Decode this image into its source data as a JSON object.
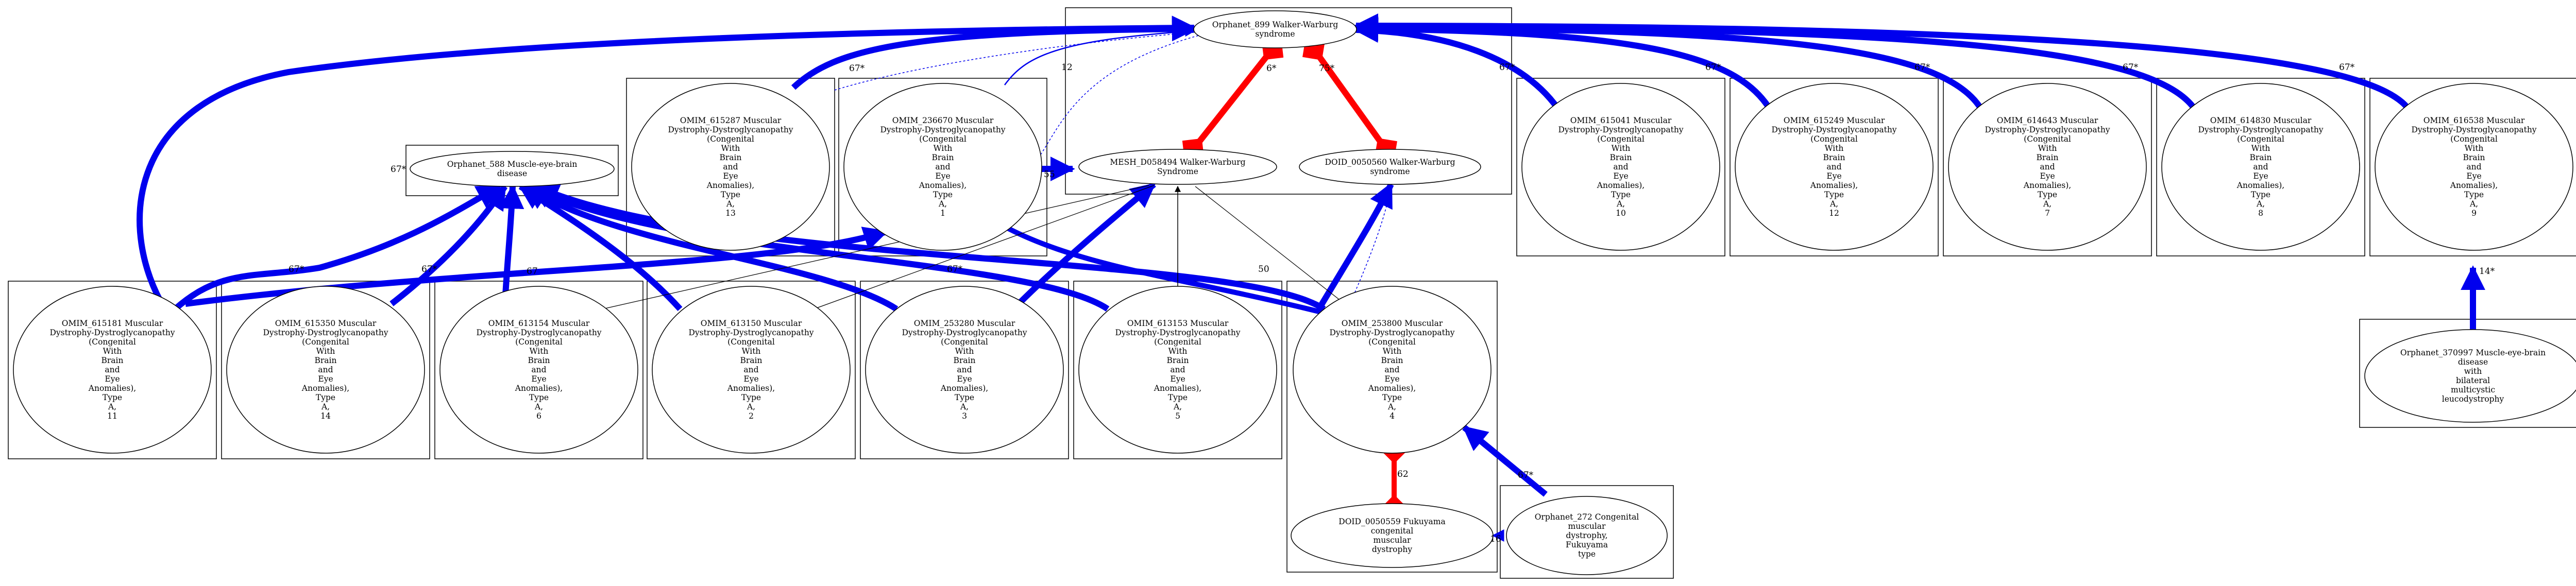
{
  "nodes": {
    "orphanet_899": [
      "Orphanet_899 Walker-Warburg",
      "syndrome"
    ],
    "orphanet_588": [
      "Orphanet_588 Muscle-eye-brain",
      "disease"
    ],
    "mesh_d058494": [
      "MESH_D058494 Walker-Warburg",
      "Syndrome"
    ],
    "doid_0050560": [
      "DOID_0050560 Walker-Warburg",
      "syndrome"
    ],
    "omim_615287": [
      "OMIM_615287 Muscular",
      "Dystrophy-Dystroglycanopathy",
      "(Congenital",
      "With",
      "Brain",
      "and",
      "Eye",
      "Anomalies),",
      "Type",
      "A,",
      "13"
    ],
    "omim_236670": [
      "OMIM_236670 Muscular",
      "Dystrophy-Dystroglycanopathy",
      "(Congenital",
      "With",
      "Brain",
      "and",
      "Eye",
      "Anomalies),",
      "Type",
      "A,",
      "1"
    ],
    "omim_615041": [
      "OMIM_615041 Muscular",
      "Dystrophy-Dystroglycanopathy",
      "(Congenital",
      "With",
      "Brain",
      "and",
      "Eye",
      "Anomalies),",
      "Type",
      "A,",
      "10"
    ],
    "omim_615249": [
      "OMIM_615249 Muscular",
      "Dystrophy-Dystroglycanopathy",
      "(Congenital",
      "With",
      "Brain",
      "and",
      "Eye",
      "Anomalies),",
      "Type",
      "A,",
      "12"
    ],
    "omim_614643": [
      "OMIM_614643 Muscular",
      "Dystrophy-Dystroglycanopathy",
      "(Congenital",
      "With",
      "Brain",
      "and",
      "Eye",
      "Anomalies),",
      "Type",
      "A,",
      "7"
    ],
    "omim_614830": [
      "OMIM_614830 Muscular",
      "Dystrophy-Dystroglycanopathy",
      "(Congenital",
      "With",
      "Brain",
      "and",
      "Eye",
      "Anomalies),",
      "Type",
      "A,",
      "8"
    ],
    "omim_616538": [
      "OMIM_616538 Muscular",
      "Dystrophy-Dystroglycanopathy",
      "(Congenital",
      "With",
      "Brain",
      "and",
      "Eye",
      "Anomalies),",
      "Type",
      "A,",
      "9"
    ],
    "omim_615181": [
      "OMIM_615181 Muscular",
      "Dystrophy-Dystroglycanopathy",
      "(Congenital",
      "With",
      "Brain",
      "and",
      "Eye",
      "Anomalies),",
      "Type",
      "A,",
      "11"
    ],
    "omim_615350": [
      "OMIM_615350 Muscular",
      "Dystrophy-Dystroglycanopathy",
      "(Congenital",
      "With",
      "Brain",
      "and",
      "Eye",
      "Anomalies),",
      "Type",
      "A,",
      "14"
    ],
    "omim_613154": [
      "OMIM_613154 Muscular",
      "Dystrophy-Dystroglycanopathy",
      "(Congenital",
      "With",
      "Brain",
      "and",
      "Eye",
      "Anomalies),",
      "Type",
      "A,",
      "6"
    ],
    "omim_613150": [
      "OMIM_613150 Muscular",
      "Dystrophy-Dystroglycanopathy",
      "(Congenital",
      "With",
      "Brain",
      "and",
      "Eye",
      "Anomalies),",
      "Type",
      "A,",
      "2"
    ],
    "omim_253280": [
      "OMIM_253280 Muscular",
      "Dystrophy-Dystroglycanopathy",
      "(Congenital",
      "With",
      "Brain",
      "and",
      "Eye",
      "Anomalies),",
      "Type",
      "A,",
      "3"
    ],
    "omim_613153": [
      "OMIM_613153 Muscular",
      "Dystrophy-Dystroglycanopathy",
      "(Congenital",
      "With",
      "Brain",
      "and",
      "Eye",
      "Anomalies),",
      "Type",
      "A,",
      "5"
    ],
    "omim_253800": [
      "OMIM_253800 Muscular",
      "Dystrophy-Dystroglycanopathy",
      "(Congenital",
      "With",
      "Brain",
      "and",
      "Eye",
      "Anomalies),",
      "Type",
      "A,",
      "4"
    ],
    "orphanet_370997": [
      "Orphanet_370997 Muscle-eye-brain",
      "disease",
      "with",
      "bilateral",
      "multicystic",
      "leucodystrophy"
    ],
    "doid_0050559": [
      "DOID_0050559 Fukuyama",
      "congenital",
      "muscular",
      "dystrophy"
    ],
    "orphanet_272": [
      "Orphanet_272 Congenital",
      "muscular",
      "dystrophy,",
      "Fukuyama",
      "type"
    ]
  },
  "edge_labels": {
    "e_615287": "67*",
    "e_236670": "12",
    "e_mesh_899": "6*",
    "e_doid_899": "75*",
    "e_615041": "67*",
    "e_615249": "67*",
    "e_614643": "67*",
    "e_614830": "67*",
    "e_616538": "67*",
    "e_588_self": "67*",
    "e_615181": "67*",
    "e_615350": "67*",
    "e_613154": "67",
    "e_253280": "67*",
    "e_253800": "50",
    "e_236670_mesh": "55",
    "e_370997": "14*",
    "e_doid_pair": "62",
    "e_272_253800": "67*",
    "e_272_doid": "16"
  },
  "colors": {
    "subclass_edge": "#0000ee",
    "equivalent_edge": "#ff0000",
    "weak_edge": "#000000",
    "node_stroke": "#000000",
    "cluster_stroke": "#000000"
  }
}
